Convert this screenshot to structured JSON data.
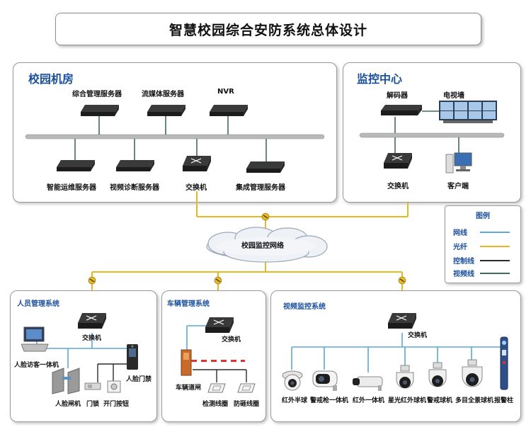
{
  "title": "智慧校园综合安防系统总体设计",
  "campus_room": {
    "title": "校园机房",
    "top_devices": [
      "综合管理服务器",
      "流媒体服务器",
      "NVR"
    ],
    "bottom_devices": [
      "智能运维服务器",
      "视频诊断服务器",
      "交换机",
      "集成管理服务器"
    ]
  },
  "monitor_center": {
    "title": "监控中心",
    "decoder": "解码器",
    "tv_wall": "电视墙",
    "switch": "交换机",
    "client": "客户端"
  },
  "network": {
    "label": "校园监控网络"
  },
  "legend": {
    "title": "图例",
    "items": [
      {
        "label": "网线",
        "color": "#5aa9d6"
      },
      {
        "label": "光纤",
        "color": "#e8b820"
      },
      {
        "label": "控制线",
        "color": "#2a2a2a"
      },
      {
        "label": "视频线",
        "color": "#3d6b5c"
      }
    ]
  },
  "personnel": {
    "title": "人员管理系统",
    "switch": "交换机",
    "devices": [
      "人脸访客一体机",
      "人脸门禁",
      "人脸闸机",
      "门锁",
      "开门按钮"
    ]
  },
  "vehicle": {
    "title": "车辆管理系统",
    "switch": "交换机",
    "devices": [
      "车辆道闸",
      "检测线圈",
      "防砸线圈"
    ]
  },
  "video": {
    "title": "视频监控系统",
    "switch": "交换机",
    "cameras": [
      "红外半球",
      "警戒枪一体机",
      "红外一体机",
      "星光红外球机",
      "警戒球机",
      "多目全景球机",
      "报警柱"
    ]
  }
}
